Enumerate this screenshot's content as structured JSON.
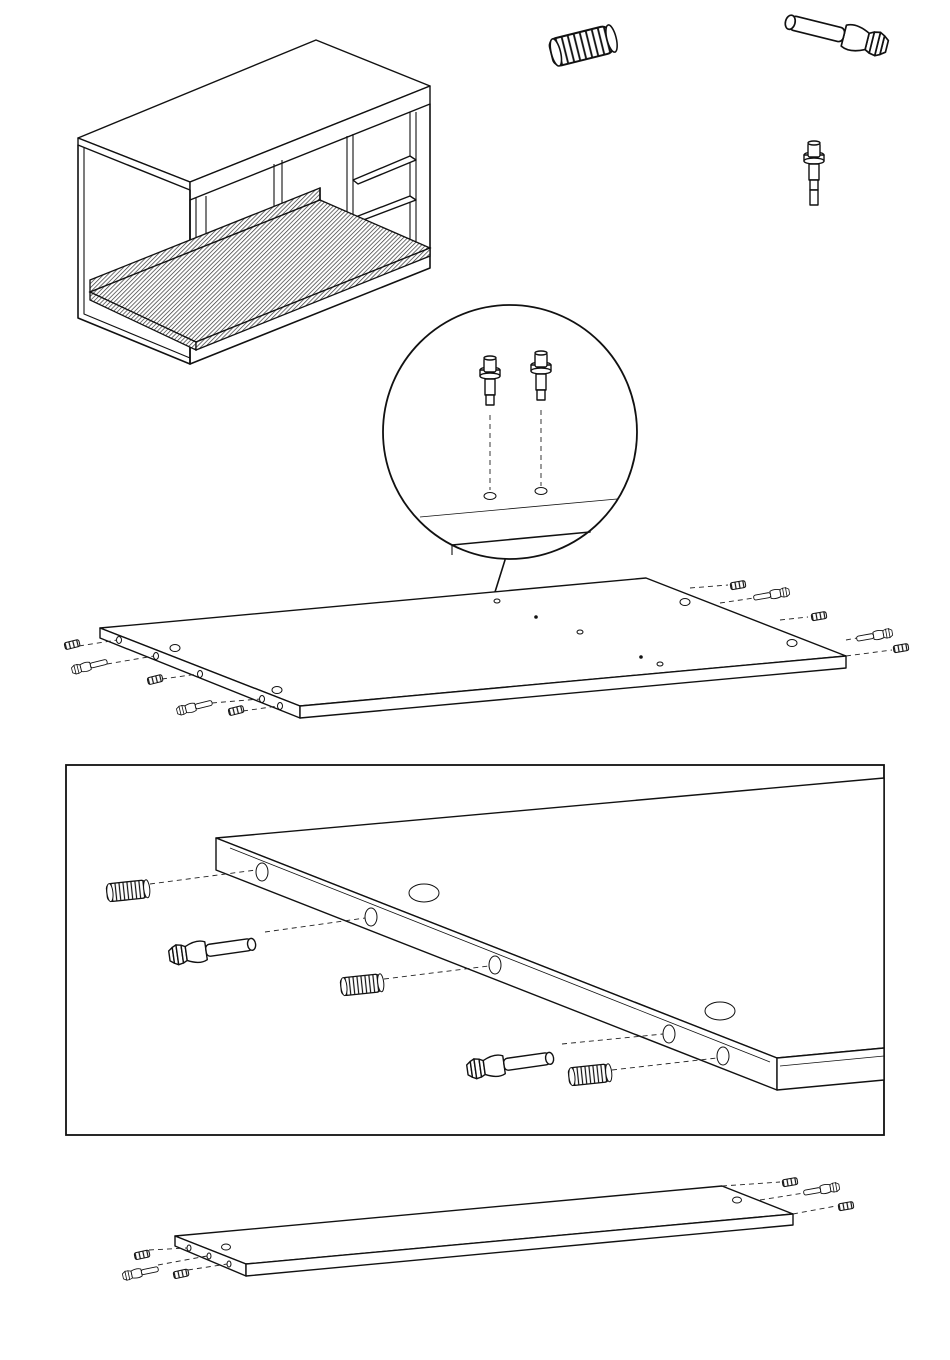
{
  "figure": {
    "parts": [
      "wooden-dowel",
      "cam-bolt",
      "cam-bolt-small"
    ],
    "colors": {
      "line": "#111111",
      "background": "#ffffff",
      "hatch": "#333333"
    }
  }
}
